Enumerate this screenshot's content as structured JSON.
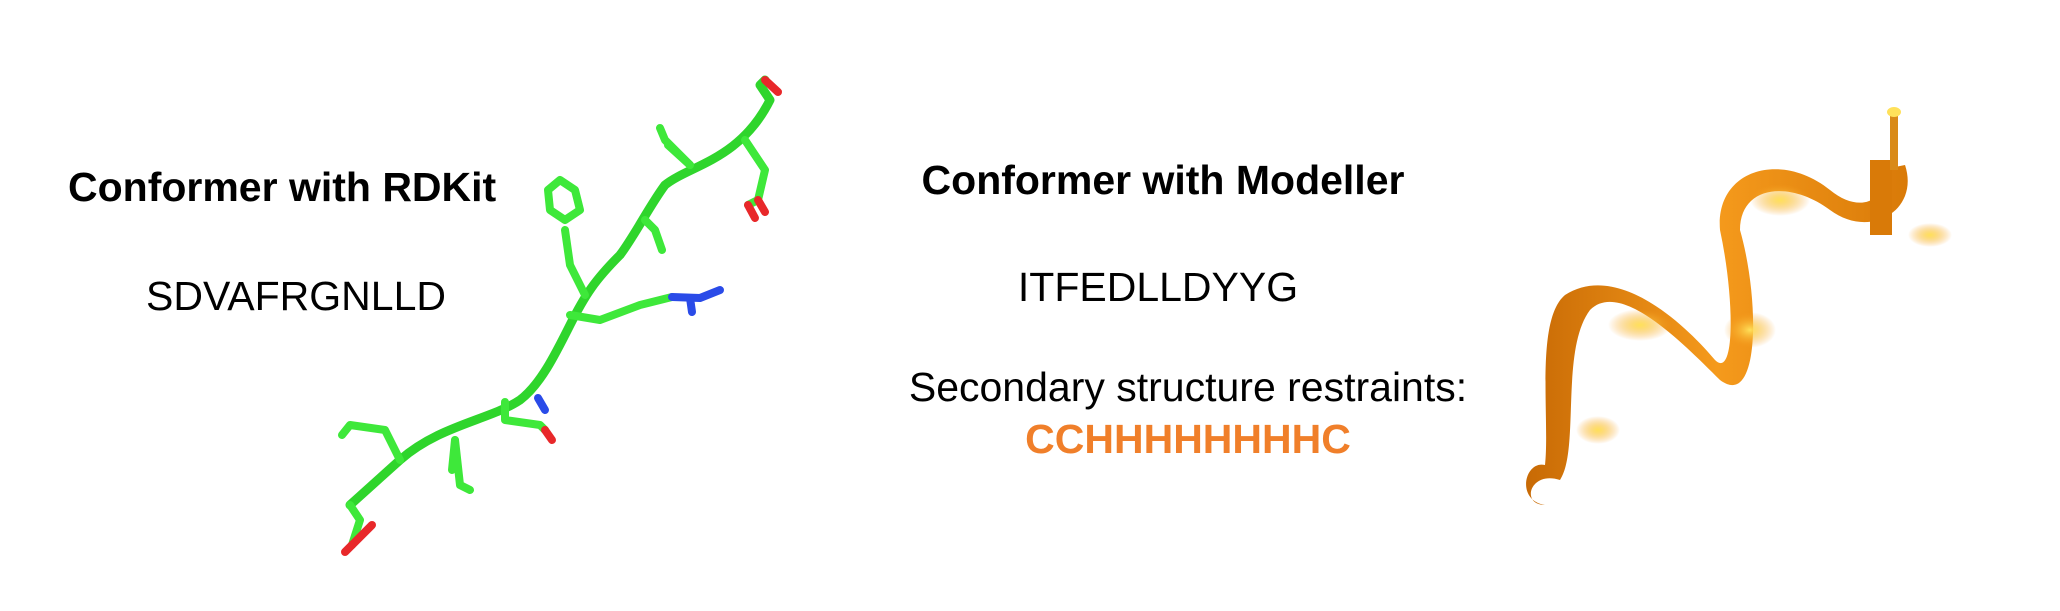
{
  "left": {
    "title": "Conformer with RDKit",
    "sequence": "SDVAFRGNLLD"
  },
  "right": {
    "title": "Conformer with Modeller",
    "sequence": "ITFEDLLDYYG",
    "restraints_label": "Secondary structure restraints:",
    "restraints": "CCHHHHHHHHC"
  },
  "colors": {
    "stick_carbon": "#3ee83a",
    "stick_oxygen": "#e8282a",
    "stick_nitrogen": "#2a4be8",
    "helix": "#f08a12",
    "restraints_text": "#f07f2a"
  }
}
